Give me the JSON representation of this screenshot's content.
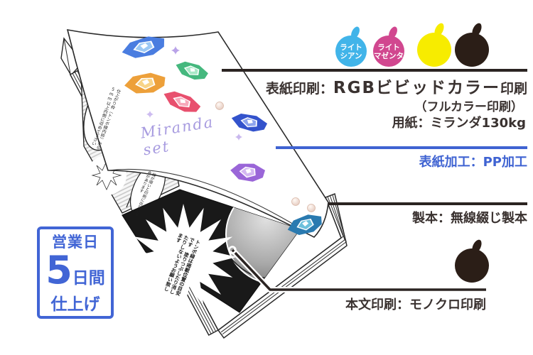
{
  "specs": {
    "cover_print_prefix": "表紙印刷：",
    "cover_print_main": "RGBビビッドカラー",
    "cover_print_suffix": "印刷",
    "cover_print_sub": "（フルカラー印刷）",
    "paper": "用紙：ミランダ130kg",
    "cover_finish": "表紙加工：PP加工",
    "binding": "製本：無線綴じ製本",
    "body_print": "本文印刷：モノクロ印刷"
  },
  "ink_drops": {
    "items": [
      {
        "name": "light-cyan",
        "label_line1": "ライト",
        "label_line2": "シアン",
        "color": "#41b4e9"
      },
      {
        "name": "light-magenta",
        "label_line1": "ライト",
        "label_line2": "マゼンタ",
        "color": "#d1478f"
      },
      {
        "name": "yellow",
        "label_line1": "",
        "label_line2": "",
        "color": "#f7ec00"
      },
      {
        "name": "black",
        "label_line1": "",
        "label_line2": "",
        "color": "#2b1e17"
      }
    ],
    "body_drop_color": "#2b1e17"
  },
  "turnaround": {
    "top": "営業日",
    "number": "5",
    "unit": "日間",
    "bottom": "仕上げ",
    "color": "#4165d5"
  },
  "book": {
    "cover_title": "Miranda set",
    "note_margin": "仕上がり枠（トンボ線内枠）から5mm以上内側に収めて下さい",
    "note_line": "線が細いと印刷に出ない場合があります",
    "note_tombo": "トンボ線は掲載位置の目安です 塗りつぶしたり消したりしないようお願い致します"
  },
  "colors": {
    "accent_blue": "#3f63d2",
    "line_dark": "#2b2422",
    "text_dark": "#3a3230",
    "badge_blue": "#4165d5"
  }
}
